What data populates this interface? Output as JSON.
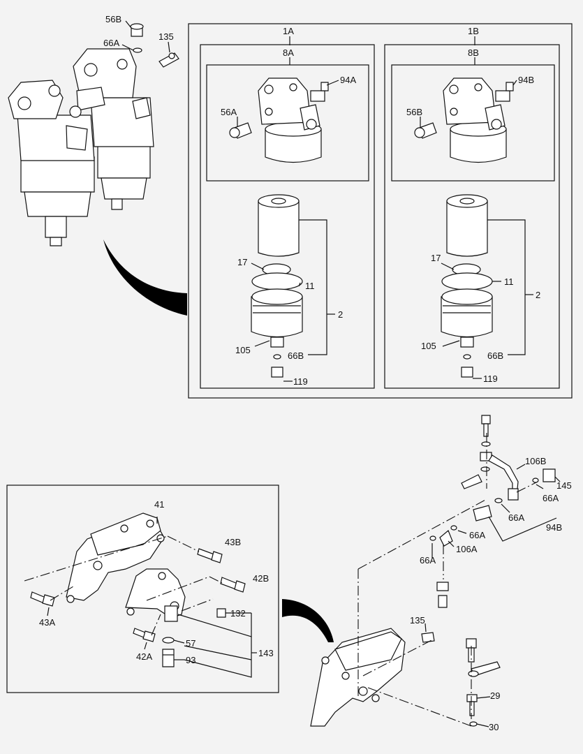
{
  "labels": {
    "l_56B_top": "56B",
    "l_66A_top": "66A",
    "l_135_top": "135",
    "l_1A": "1A",
    "l_1B": "1B",
    "l_8A": "8A",
    "l_8B": "8B",
    "l_94A": "94A",
    "l_94B_box": "94B",
    "l_56A": "56A",
    "l_56B_box": "56B",
    "l_17a": "17",
    "l_11a": "11",
    "l_2a": "2",
    "l_105a": "105",
    "l_66Ba": "66B",
    "l_119a": "119",
    "l_17b": "17",
    "l_11b": "11",
    "l_2b": "2",
    "l_105b": "105",
    "l_66Bb": "66B",
    "l_119b": "119",
    "l_41": "41",
    "l_43B": "43B",
    "l_42B": "42B",
    "l_43A": "43A",
    "l_132": "132",
    "l_42A": "42A",
    "l_57": "57",
    "l_143": "143",
    "l_93": "93",
    "l_106B": "106B",
    "l_145": "145",
    "l_66A_r1": "66A",
    "l_66A_r2": "66A",
    "l_94B_r": "94B",
    "l_66A_r3": "66A",
    "l_66A_r4": "66A",
    "l_106A": "106A",
    "l_135_b": "135",
    "l_29": "29",
    "l_30": "30"
  },
  "colors": {
    "background": "#f3f3f3",
    "ink": "#111111",
    "fill": "#ffffff",
    "pointer": "#000000"
  }
}
